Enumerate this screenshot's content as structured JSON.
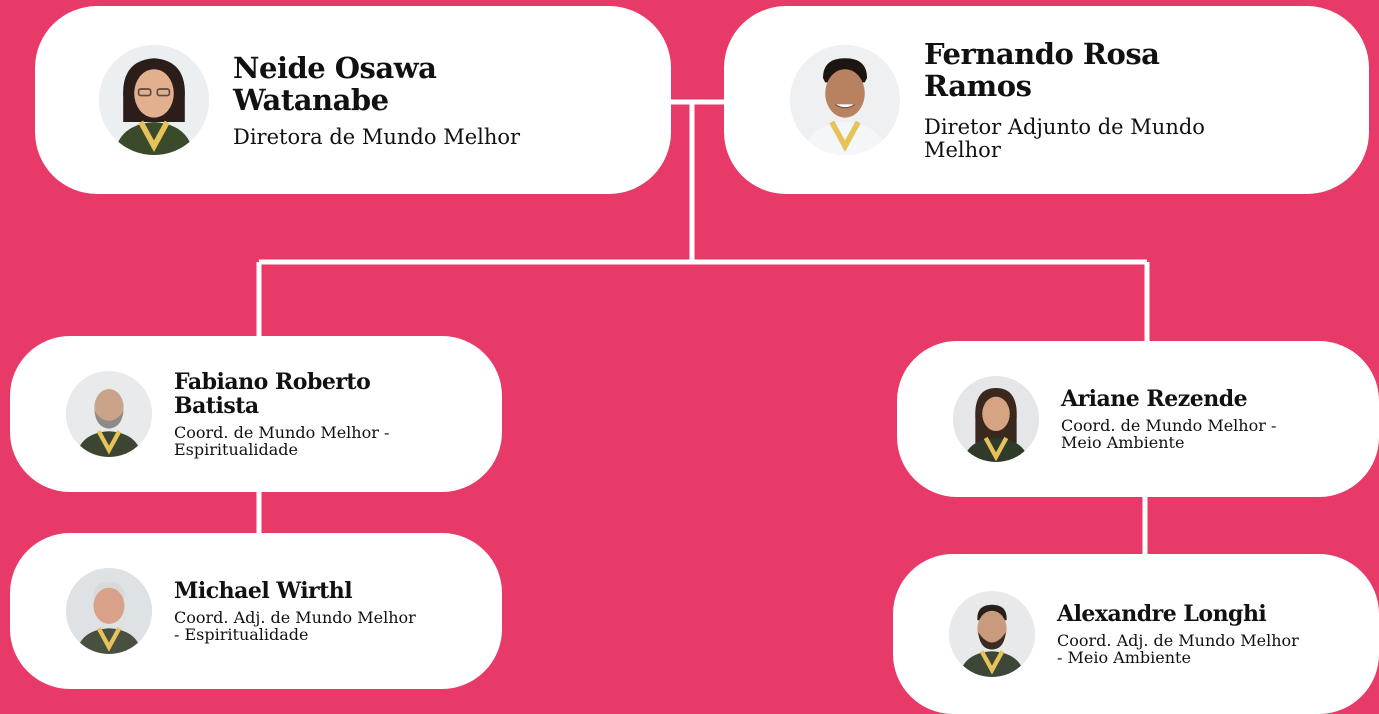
{
  "colors": {
    "background": "#e83a68",
    "card": "#ffffff",
    "connector": "#ffffff",
    "text": "#111111"
  },
  "people": {
    "neide": {
      "name": "Neide Osawa Watanabe",
      "role": "Diretora de Mundo Melhor",
      "photo_icon": "person-photo-icon"
    },
    "fernando": {
      "name": "Fernando Rosa Ramos",
      "role": "Diretor Adjunto de Mundo Melhor",
      "photo_icon": "person-photo-icon"
    },
    "fabiano": {
      "name": "Fabiano Roberto Batista",
      "role": "Coord. de Mundo Melhor - Espiritualidade",
      "photo_icon": "person-photo-icon"
    },
    "michael": {
      "name": "Michael Wirthl",
      "role": "Coord. Adj. de Mundo Melhor - Espiritualidade",
      "photo_icon": "person-photo-icon"
    },
    "ariane": {
      "name": "Ariane Rezende",
      "role": "Coord. de Mundo Melhor - Meio Ambiente",
      "photo_icon": "person-photo-icon"
    },
    "alexandre": {
      "name": "Alexandre Longhi",
      "role": "Coord. Adj. de Mundo Melhor - Meio Ambiente",
      "photo_icon": "person-photo-icon"
    }
  }
}
